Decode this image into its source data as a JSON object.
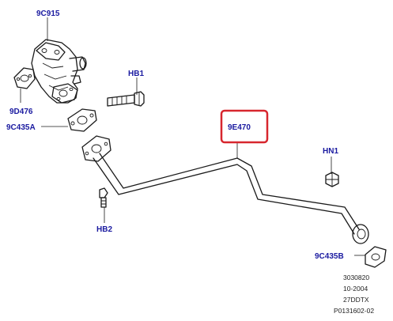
{
  "labels": {
    "egr_valve": "9C915",
    "bolt_top": "HB1",
    "valve_gasket": "9D476",
    "gasket_a": "9C435A",
    "pipe": "9E470",
    "nut": "HN1",
    "bolt_bottom": "HB2",
    "gasket_b": "9C435B"
  },
  "highlight": {
    "target": "pipe",
    "color": "#d7262e"
  },
  "label_color": "#1a1aa0",
  "reference": {
    "line1": "3030820",
    "line2": "10-2004",
    "line3": "27DDTX",
    "line4": "P0131602-02"
  }
}
